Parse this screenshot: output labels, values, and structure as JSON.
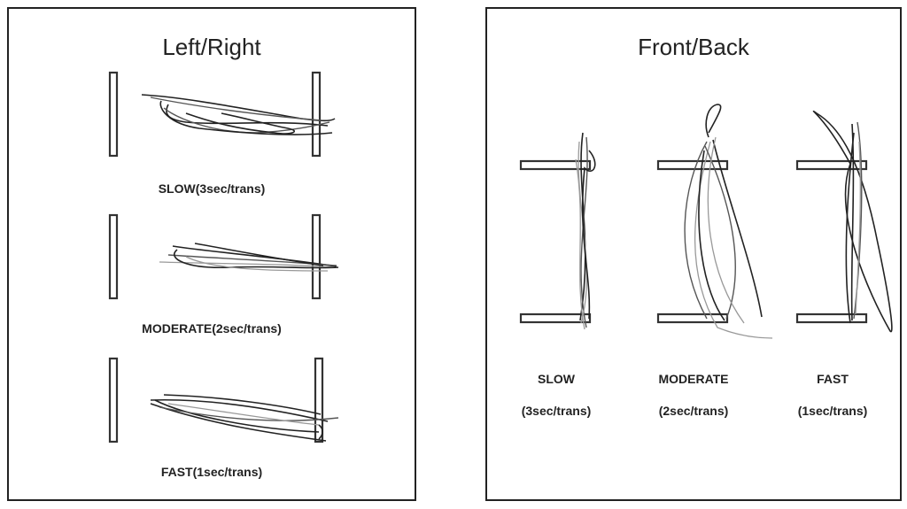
{
  "left_panel": {
    "title": "Left/Right",
    "conditions": [
      {
        "label": "SLOW(3sec/trans)"
      },
      {
        "label": "MODERATE(2sec/trans)"
      },
      {
        "label": "FAST(1sec/trans)"
      }
    ]
  },
  "right_panel": {
    "title": "Front/Back",
    "conditions": [
      {
        "label": "SLOW",
        "rate": "(3sec/trans)"
      },
      {
        "label": "MODERATE",
        "rate": "(2sec/trans)"
      },
      {
        "label": "FAST",
        "rate": "(1sec/trans)"
      }
    ]
  }
}
